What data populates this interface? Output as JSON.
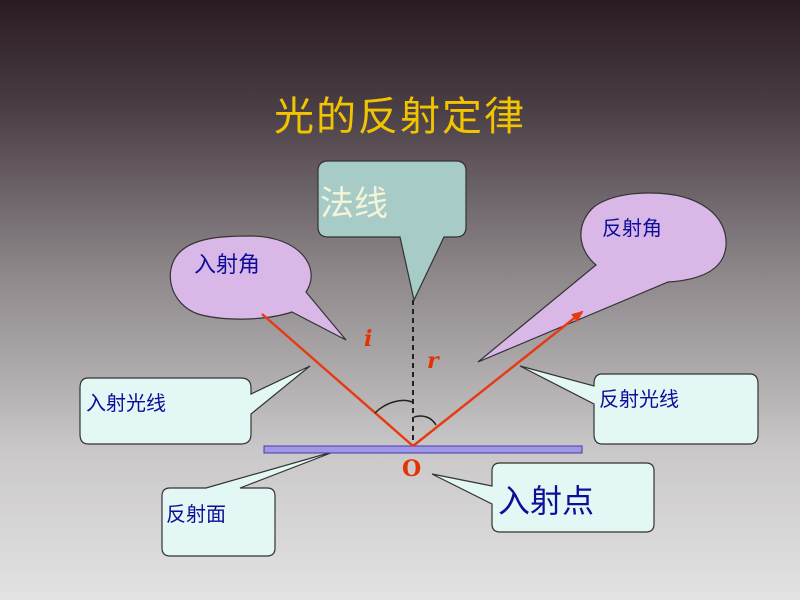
{
  "title": "光的反射定律",
  "labels": {
    "normal": "法线",
    "incident_angle": "入射角",
    "reflection_angle": "反射角",
    "incident_ray": "入射光线",
    "reflected_ray": "反射光线",
    "reflecting_surface": "反射面",
    "incidence_point": "入射点"
  },
  "symbols": {
    "i": "i",
    "r": "r",
    "o": "O"
  },
  "colors": {
    "title": "#f2c400",
    "ray": "#e63a12",
    "label_text": "#0d0d9a",
    "mirror": "#9f97e8",
    "callout_cyan": "#e3f7f5",
    "callout_violet": "#d9b8e8",
    "callout_teal": "#a7cbc7"
  }
}
